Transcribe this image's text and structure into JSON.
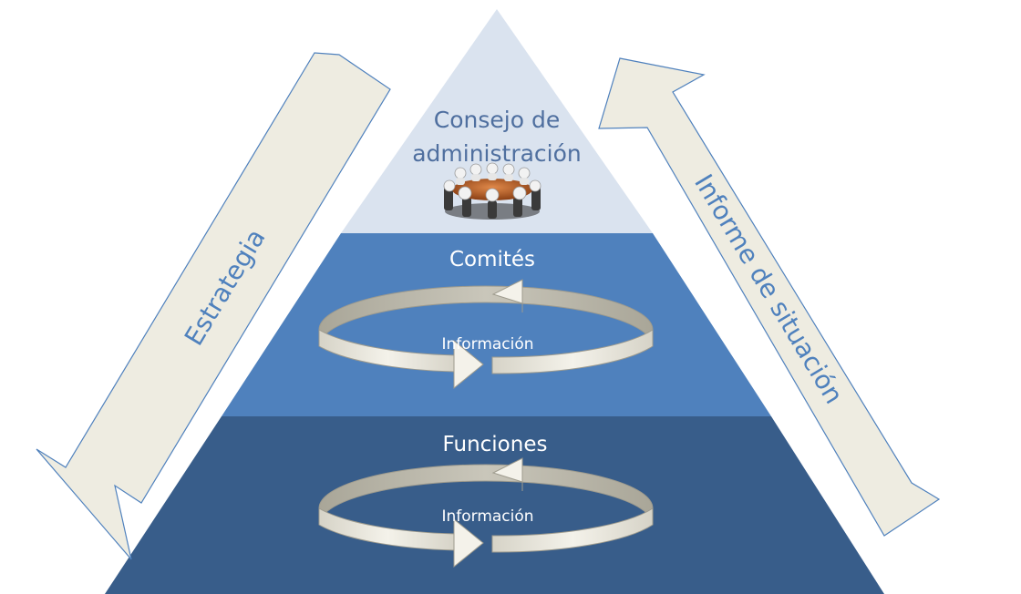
{
  "pyramid": {
    "top": {
      "title_line1": "Consejo de",
      "title_line2": "administración",
      "icon": "boardroom-meeting-icon",
      "color": "#dae3ef"
    },
    "middle": {
      "title": "Comités",
      "cycle_label": "Información",
      "color": "#4f81bd"
    },
    "bottom": {
      "title": "Funciones",
      "cycle_label": "Información",
      "color": "#385d8a"
    }
  },
  "arrows": {
    "left": {
      "label": "Estrategia",
      "icon": "down-left-arrow-icon"
    },
    "right": {
      "label": "Informe de situación",
      "icon": "up-right-arrow-icon"
    }
  },
  "colors": {
    "arrow_fill": "#eeece1",
    "arrow_stroke": "#4f81bd",
    "top_text": "#4f6f9f",
    "band_text": "#ffffff",
    "cycle_text": "#ffffff",
    "ring_light": "#eeece1",
    "ring_dark": "#b8b5a8"
  }
}
